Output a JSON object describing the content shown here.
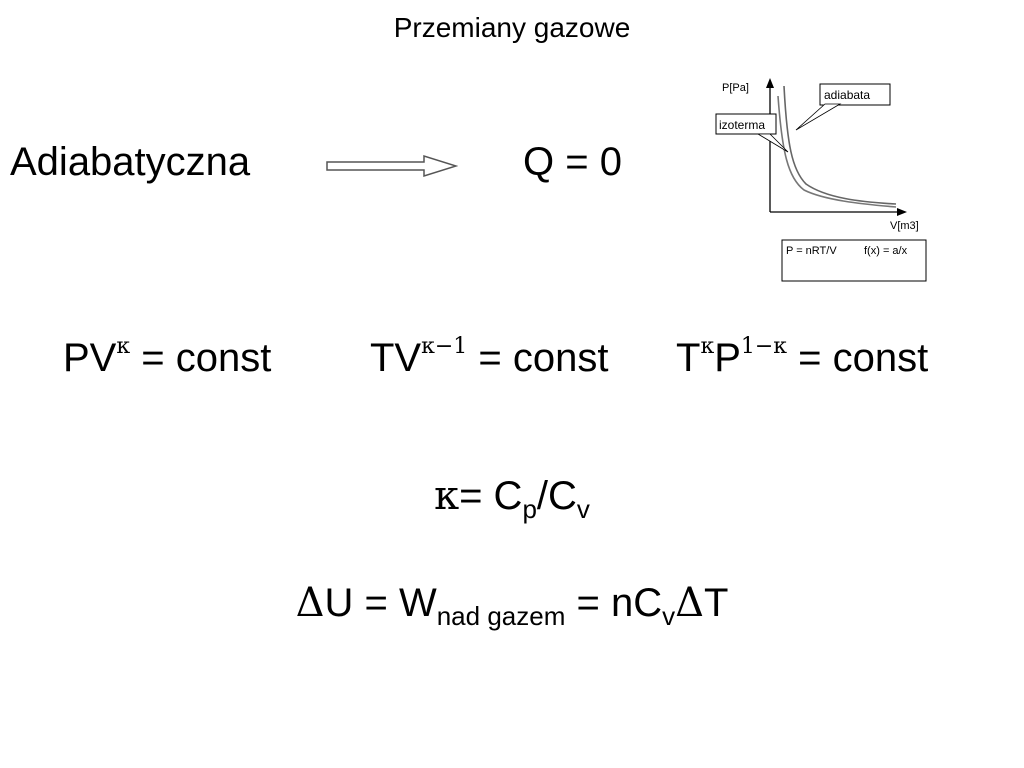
{
  "title": "Przemiany gazowe",
  "process": {
    "name": "Adiabatyczna",
    "result": "Q = 0"
  },
  "graph": {
    "y_axis_label": "P[Pa]",
    "x_axis_label": "V[m3]",
    "label_adiabat": "adiabata",
    "label_isotherm": "izoterma",
    "formula_box_1": "P = nRT/V",
    "formula_box_2": "f(x) = a/x"
  },
  "equations": {
    "pv_base": "PV",
    "pv_exp": "κ",
    "pv_rest": " = const",
    "tv_base": "TV",
    "tv_exp": "κ−1",
    "tv_rest": " = const",
    "tp_t": "T",
    "tp_t_exp": "κ",
    "tp_p": "P",
    "tp_p_exp": "1−κ",
    "tp_rest": " = const"
  },
  "kappa_def": {
    "kappa": "κ",
    "eq": "= C",
    "sub_p": "p",
    "slash": "/C",
    "sub_v": "v"
  },
  "energy": {
    "delta": "Δ",
    "u_eq": "U = ",
    "w": "W",
    "w_sub": "nad gazem",
    "eq2": " = nC",
    "cv_sub": "v",
    "delta2": "Δ",
    "t": "T"
  }
}
